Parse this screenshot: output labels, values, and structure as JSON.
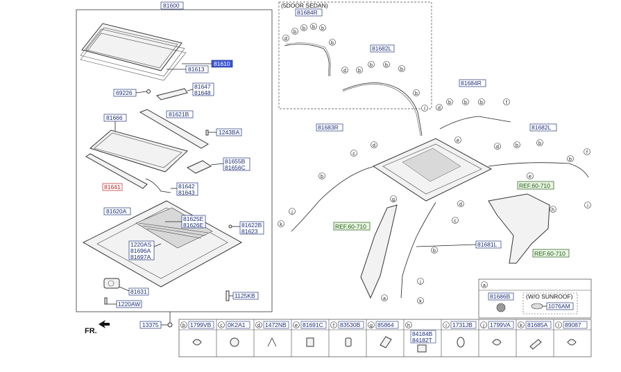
{
  "callouts": {
    "c81600": "81600",
    "c81610": "81610",
    "c81613": "81613",
    "c69226": "69226",
    "c81647": "81647",
    "c81648": "81648",
    "c81666": "81666",
    "c81621B": "81621B",
    "c1243BA": "1243BA",
    "c81655B": "81655B",
    "c81656C": "81656C",
    "c81641": "81641",
    "c81642": "81642",
    "c81643": "81643",
    "c81620A": "81620A",
    "c81625E": "81625E",
    "c81626E": "81626E",
    "c81622B": "81622B",
    "c81623": "81623",
    "c1220AS": "1220AS",
    "c81696A": "81696A",
    "c81697A": "81697A",
    "c81631": "81631",
    "c1220AW": "1220AW",
    "c1125KB": "1125KB",
    "c13375": "13375",
    "sedan_label": "(5DOOR SEDAN)",
    "c81684R_top": "81684R",
    "c81682L_top": "81682L",
    "c81684R_mid": "81684R",
    "c81683R": "81683R",
    "c81682L_right": "81682L",
    "ref_left": "REF.60-710",
    "ref_top_right": "REF.60-710",
    "ref_bottom_right": "REF.60-710",
    "c81681L": "81681L",
    "fr": "FR."
  },
  "legend": {
    "a_letter": "a",
    "a_part": "81686B",
    "wo_sunroof": "(W/O SUNROOF)",
    "wo_part": "1076AM",
    "items": [
      {
        "letter": "b",
        "part": "1799VB"
      },
      {
        "letter": "c",
        "part": "0K2A1"
      },
      {
        "letter": "d",
        "part": "1472NB"
      },
      {
        "letter": "e",
        "part": "81691C"
      },
      {
        "letter": "f",
        "part": "83530B"
      },
      {
        "letter": "g",
        "part": "85864"
      },
      {
        "letter": "h",
        "part": "84184B",
        "part2": "84182T"
      },
      {
        "letter": "i",
        "part": "1731JB"
      },
      {
        "letter": "j",
        "part": "1799VA"
      },
      {
        "letter": "k",
        "part": "81685A"
      },
      {
        "letter": "l",
        "part": "89087"
      }
    ]
  }
}
